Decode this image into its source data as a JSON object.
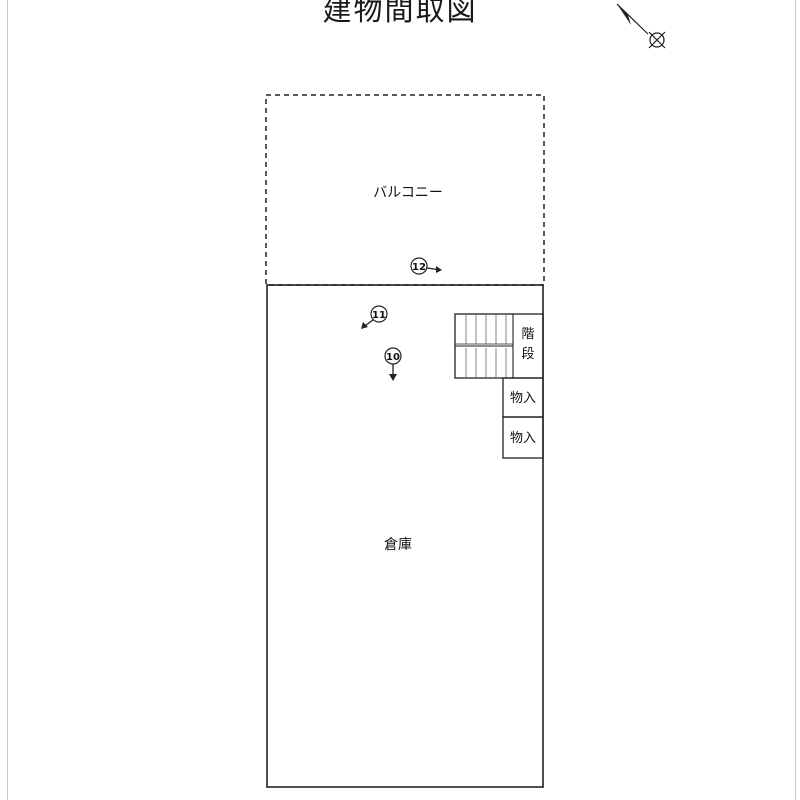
{
  "title": "建物間取図",
  "rooms": {
    "balcony": "バルコニー",
    "warehouse": "倉庫",
    "stairs_top": "階",
    "stairs_bottom": "段",
    "storage_1": "物入",
    "storage_2": "物入"
  },
  "photo_markers": {
    "m10": "10",
    "m11": "11",
    "m12": "12"
  },
  "compass": {
    "icon": "north-arrow-icon"
  }
}
